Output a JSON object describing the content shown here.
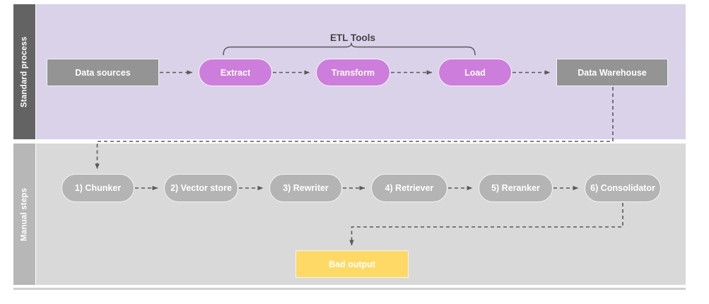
{
  "diagram": {
    "lanes": [
      {
        "id": "standard-process",
        "label": "Standard process",
        "band_color": "#d9d2e9",
        "label_color": "#636363"
      },
      {
        "id": "manual-steps",
        "label": "Manual steps",
        "band_color": "#d9d9d9",
        "label_color": "#b7b7b7"
      }
    ],
    "bracket": {
      "label": "ETL Tools",
      "spans": [
        "Extract",
        "Load"
      ]
    },
    "nodes": {
      "data_sources": "Data sources",
      "extract": "Extract",
      "transform": "Transform",
      "load": "Load",
      "data_warehouse": "Data Warehouse",
      "chunker": "1) Chunker",
      "vector_store": "2) Vector store",
      "rewriter": "3) Rewriter",
      "retriever": "4) Retriever",
      "reranker": "5) Reranker",
      "consolidator": "6) Consolidator",
      "bad_output": "Bad output"
    },
    "colors": {
      "etl_pill": "#cd7ddb",
      "grey_box": "#949494",
      "grey_pill": "#b4b4b4",
      "yellow_box": "#ffd966",
      "connector": "#595959",
      "node_text": "#ffffff",
      "bracket_text": "#434343"
    },
    "edges": [
      {
        "from": "Data sources",
        "to": "Extract"
      },
      {
        "from": "Extract",
        "to": "Transform"
      },
      {
        "from": "Transform",
        "to": "Load"
      },
      {
        "from": "Load",
        "to": "Data Warehouse"
      },
      {
        "from": "Data Warehouse",
        "to": "1) Chunker"
      },
      {
        "from": "1) Chunker",
        "to": "2) Vector store"
      },
      {
        "from": "2) Vector store",
        "to": "3) Rewriter"
      },
      {
        "from": "3) Rewriter",
        "to": "4) Retriever"
      },
      {
        "from": "4) Retriever",
        "to": "5) Reranker"
      },
      {
        "from": "5) Reranker",
        "to": "6) Consolidator"
      },
      {
        "from": "6) Consolidator",
        "to": "Bad output"
      }
    ]
  }
}
